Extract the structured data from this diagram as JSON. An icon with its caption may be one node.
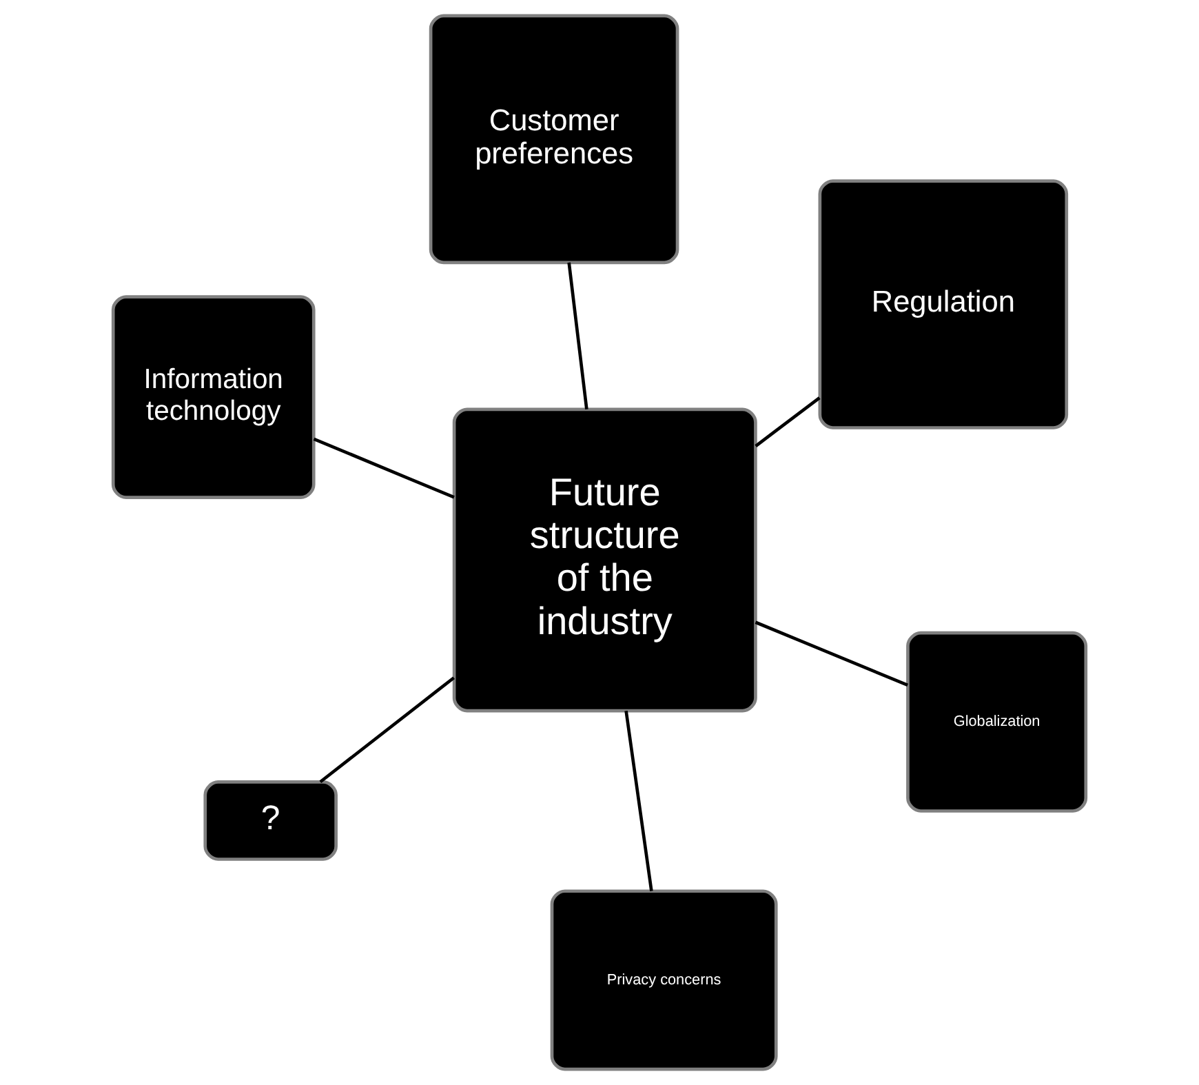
{
  "diagram": {
    "nodes": [
      {
        "text": [
          "Information technology"
        ]
      },
      {
        "text": [
          "Globalization"
        ]
      },
      {
        "text": [
          "Privacy concerns"
        ]
      },
      {
        "text": [
          "Future structure of the industry"
        ]
      },
      {
        "text": [
          "Regulation"
        ]
      },
      {
        "text": [
          "Customer preferences"
        ]
      },
      {
        "text": [
          "?"
        ]
      }
    ],
    "edges": [
      {
        "from": 3,
        "to": 0,
        "arrow": "none"
      },
      {
        "from": 3,
        "to": 1,
        "arrow": "none"
      },
      {
        "from": 3,
        "to": 2,
        "arrow": "none"
      },
      {
        "from": 3,
        "to": 4,
        "arrow": "none"
      },
      {
        "from": 3,
        "to": 5,
        "arrow": "none"
      },
      {
        "from": 3,
        "to": 6,
        "arrow": "none"
      }
    ]
  }
}
